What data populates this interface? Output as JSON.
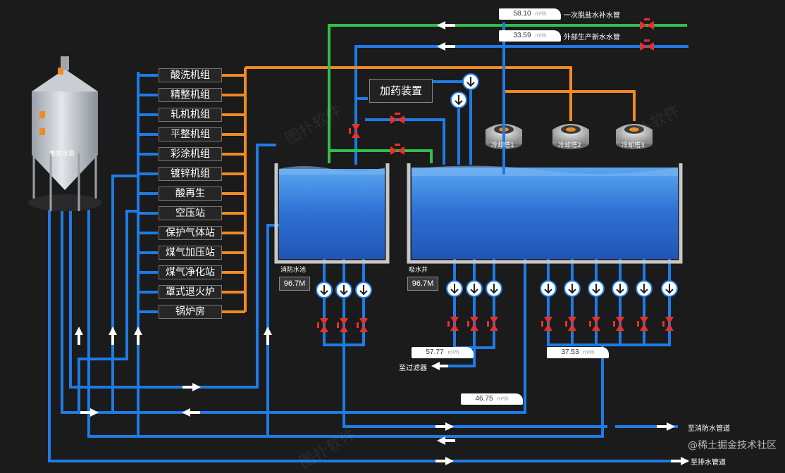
{
  "flows": {
    "desalt_supply": {
      "value": "58.10",
      "unit": "m³/h",
      "label": "一次脱盐水补水管"
    },
    "external_new": {
      "value": "33.59",
      "unit": "m³/h",
      "label": "外部生产新水水管"
    },
    "to_filter": {
      "value": "57.77",
      "unit": "m³/h",
      "label": "至过滤器"
    },
    "right_pumps": {
      "value": "37.53",
      "unit": "m³/h"
    },
    "bottom_main": {
      "value": "46.75",
      "unit": "m³/h"
    }
  },
  "outlets": {
    "fire_pipe": "至消防水管道",
    "drain_pipe": "至排水管道"
  },
  "plants": [
    "酸洗机组",
    "精整机组",
    "轧机机组",
    "平整机组",
    "彩涂机组",
    "镀锌机组",
    "酸再生",
    "空压站",
    "保护气体站",
    "煤气加压站",
    "煤气净化站",
    "罩式退火炉",
    "锅炉房"
  ],
  "accident_tank": {
    "label": "事故水塔"
  },
  "dosing": {
    "label": "加药装置"
  },
  "fire_pool": {
    "label": "消防水池",
    "level": "96.7M"
  },
  "suction_well": {
    "label": "吸水井",
    "level": "96.7M"
  },
  "cooling_towers": [
    "冷却塔1",
    "冷却塔2",
    "冷却塔3"
  ],
  "watermark": {
    "text": "图扑软件",
    "footer": "@稀土掘金技术社区"
  },
  "colors": {
    "blue_pipe": "#1e7be6",
    "orange_pipe": "#f08a24",
    "green_pipe": "#2fbf4a",
    "valve": "#e8312a",
    "water": "#2d6fd3"
  }
}
